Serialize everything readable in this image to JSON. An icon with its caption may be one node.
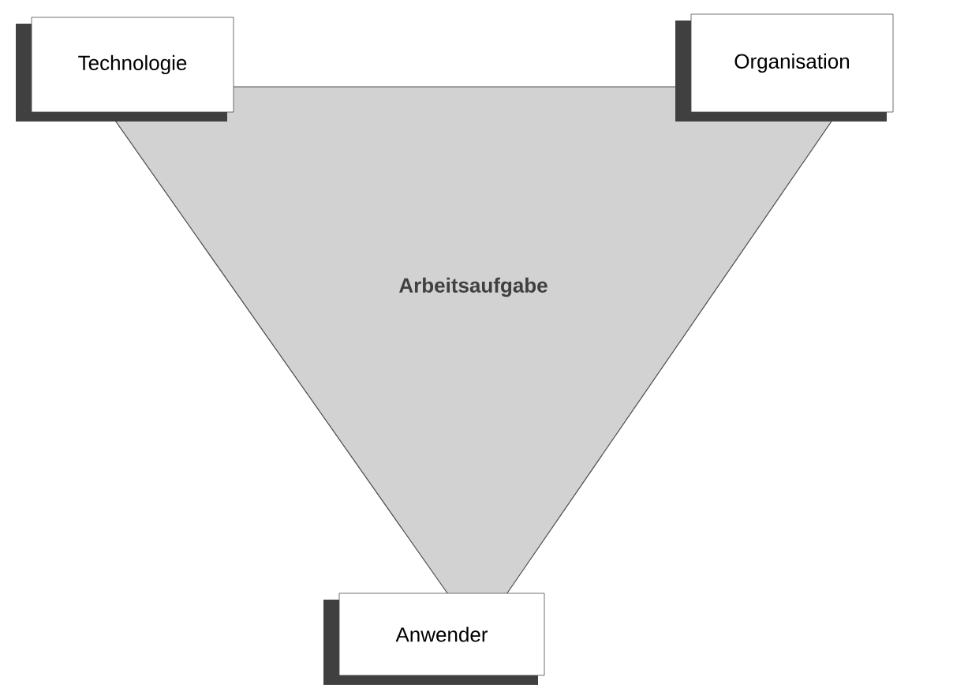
{
  "diagram": {
    "nodes": [
      {
        "text": [
          "Technologie"
        ]
      },
      {
        "text": [
          "Organisation"
        ]
      },
      {
        "text": [
          "Arbeitsaufgabe"
        ]
      },
      {
        "text": [
          "Anwender"
        ]
      }
    ]
  }
}
